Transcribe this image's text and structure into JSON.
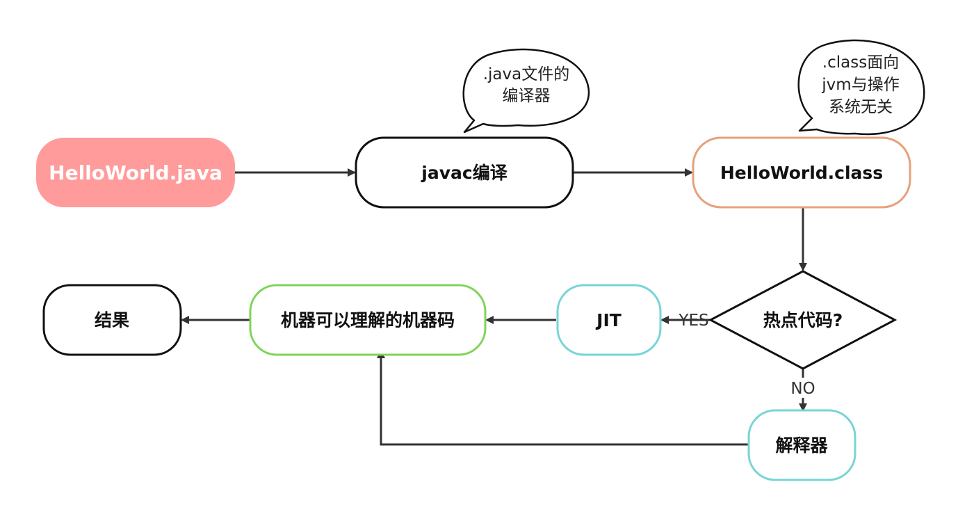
{
  "nodes": {
    "source_file": {
      "label": "HelloWorld.java"
    },
    "javac": {
      "label": "javac编译"
    },
    "class_file": {
      "label": "HelloWorld.class"
    },
    "hotspot": {
      "label": "热点代码?"
    },
    "jit": {
      "label": "JIT"
    },
    "machine_code": {
      "label": "机器可以理解的机器码"
    },
    "result": {
      "label": "结果"
    },
    "interpreter": {
      "label": "解释器"
    }
  },
  "bubbles": {
    "compiler_note": {
      "line1": ".java文件的",
      "line2": "编译器"
    },
    "class_note": {
      "line1": ".class面向",
      "line2": "jvm与操作",
      "line3": "系统无关"
    }
  },
  "edges": {
    "yes_label": "YES",
    "no_label": "NO"
  },
  "colors": {
    "source_fill": "#ff9b9b",
    "class_border": "#e8a07a",
    "jit_border": "#76d4d6",
    "interpreter_border": "#76d4d6",
    "machine_border": "#7fd45a",
    "dark_border": "#111111",
    "arrow": "#333333"
  }
}
